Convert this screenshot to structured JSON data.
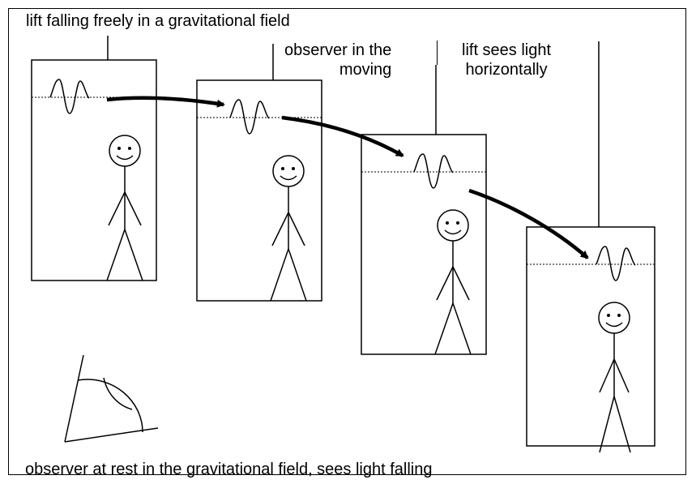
{
  "labels": {
    "top_title": "lift falling freely in a gravitational field",
    "observer_moving_line1": "observer in the",
    "observer_moving_line2": "moving",
    "lift_sees_line1": "lift sees light",
    "lift_sees_line2": "horizontally",
    "bottom_caption": "observer at rest in the gravitational field, sees light falling"
  },
  "colors": {
    "stroke": "#000000",
    "background": "#ffffff"
  },
  "figure": {
    "lifts": 4,
    "elements": [
      "lift-car",
      "hanging-cable",
      "light-wave",
      "dotted-level-line",
      "stick-figure-observer",
      "trajectory-arrow",
      "angle-sketch"
    ]
  }
}
